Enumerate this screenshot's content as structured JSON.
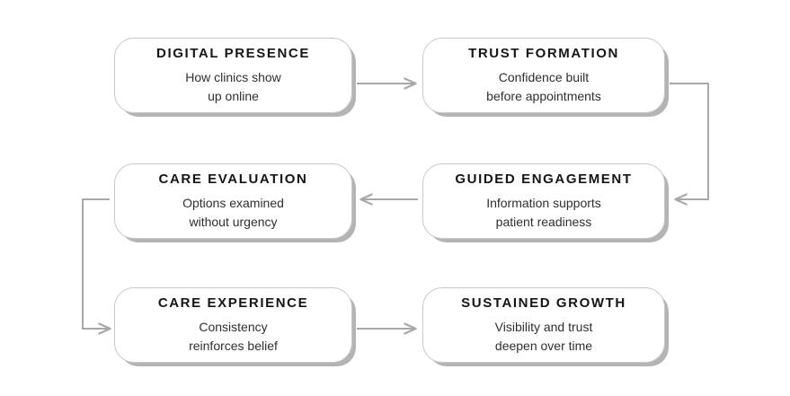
{
  "diagram": {
    "type": "flowchart",
    "accent_color": "#a8a8a8",
    "title_color": "#151515",
    "subtitle_color": "#2f2f2f",
    "node_border_color": "#c8c8c8",
    "node_shadow_color": "#b4b4b4",
    "background_color": "#ffffff",
    "nodes": [
      {
        "id": "digital-presence",
        "title": "DIGITAL PRESENCE",
        "sub_line1": "How clinics show",
        "sub_line2": "up online"
      },
      {
        "id": "trust-formation",
        "title": "TRUST FORMATION",
        "sub_line1": "Confidence built",
        "sub_line2": "before appointments"
      },
      {
        "id": "care-evaluation",
        "title": "CARE EVALUATION",
        "sub_line1": "Options examined",
        "sub_line2": "without urgency"
      },
      {
        "id": "guided-engagement",
        "title": "GUIDED ENGAGEMENT",
        "sub_line1": "Information supports",
        "sub_line2": "patient readiness"
      },
      {
        "id": "care-experience",
        "title": "CARE EXPERIENCE",
        "sub_line1": "Consistency",
        "sub_line2": "reinforces belief"
      },
      {
        "id": "sustained-growth",
        "title": "SUSTAINED GROWTH",
        "sub_line1": "Visibility and trust",
        "sub_line2": "deepen over time"
      }
    ],
    "connectors": [
      {
        "id": "digital-presence-to-trust-formation",
        "direction": "right"
      },
      {
        "id": "trust-formation-to-guided-engagement",
        "direction": "down-left-elbow"
      },
      {
        "id": "guided-engagement-to-care-evaluation",
        "direction": "left"
      },
      {
        "id": "care-evaluation-to-care-experience",
        "direction": "down-right-elbow"
      },
      {
        "id": "care-experience-to-sustained-growth",
        "direction": "right"
      }
    ]
  }
}
